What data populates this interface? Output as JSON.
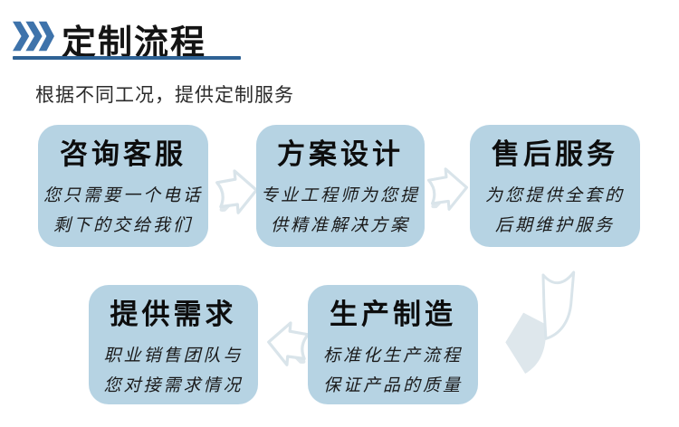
{
  "page": {
    "background": "#ffffff"
  },
  "header": {
    "title": "定制流程",
    "chevrons_icon": "triple-chevron-right",
    "accent_color": "#3e73ab",
    "underline_color": "#2f6295"
  },
  "subtitle": "根据不同工况，提供定制服务",
  "flow": {
    "box_fill": "#b6d3e3",
    "arrow_stroke": "#d9e4ea",
    "arrow_fill": "#dee7ec",
    "steps": [
      {
        "title": "咨询客服",
        "lines": [
          "您只需要一个电话",
          "剩下的交给我们"
        ]
      },
      {
        "title": "方案设计",
        "lines": [
          "专业工程师为您提",
          "供精准解决方案"
        ]
      },
      {
        "title": "售后服务",
        "lines": [
          "为您提供全套的",
          "后期维护服务"
        ]
      },
      {
        "title": "提供需求",
        "lines": [
          "职业销售团队与",
          "您对接需求情况"
        ]
      },
      {
        "title": "生产制造",
        "lines": [
          "标准化生产流程",
          "保证产品的质量"
        ]
      }
    ],
    "arrows": [
      {
        "name": "arrow-step1-to-step2",
        "direction": "right"
      },
      {
        "name": "arrow-step2-to-step3",
        "direction": "right"
      },
      {
        "name": "arrow-step3-down-turn",
        "direction": "down-left"
      },
      {
        "name": "arrow-step5-to-step4",
        "direction": "left"
      }
    ]
  }
}
